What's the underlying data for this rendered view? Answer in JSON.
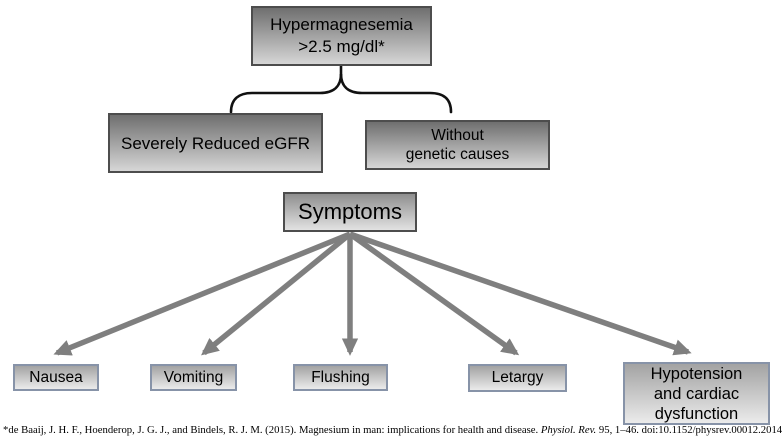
{
  "diagram": {
    "title_box": {
      "line1": "Hypermagnesemia",
      "line2": ">2.5 mg/dl*"
    },
    "cause_left": {
      "label": "Severely Reduced eGFR"
    },
    "cause_right": {
      "line1": "Without",
      "line2": "genetic causes"
    },
    "symptoms_header": {
      "label": "Symptoms"
    },
    "symptoms": {
      "nausea": {
        "label": "Nausea"
      },
      "vomiting": {
        "label": "Vomiting"
      },
      "flushing": {
        "label": "Flushing"
      },
      "letargy": {
        "label": "Letargy"
      },
      "hypotension": {
        "line1": "Hypotension",
        "line2": "and cardiac",
        "line3": "dysfunction"
      }
    }
  },
  "footnote": {
    "prefix": "*de Baaij, J. H. F., Hoenderop, J. G. J., and Bindels, R. J. M. (2015). Magnesium in man: implications for health and disease. ",
    "journal_italic": "Physiol. Rev.",
    "suffix": " 95, 1–46. doi:10.1152/physrev.00012.2014"
  },
  "colors": {
    "box_gradient_top": "#6f6f6f",
    "box_gradient_bottom": "#d6d6d6",
    "box_border": "#4d4d4d",
    "small_box_gradient_top": "#a3a3a3",
    "small_box_gradient_bottom": "#ebebeb",
    "small_box_border": "#8793a8",
    "arrow_color": "#7f7f7f",
    "brace_color": "#111111"
  }
}
